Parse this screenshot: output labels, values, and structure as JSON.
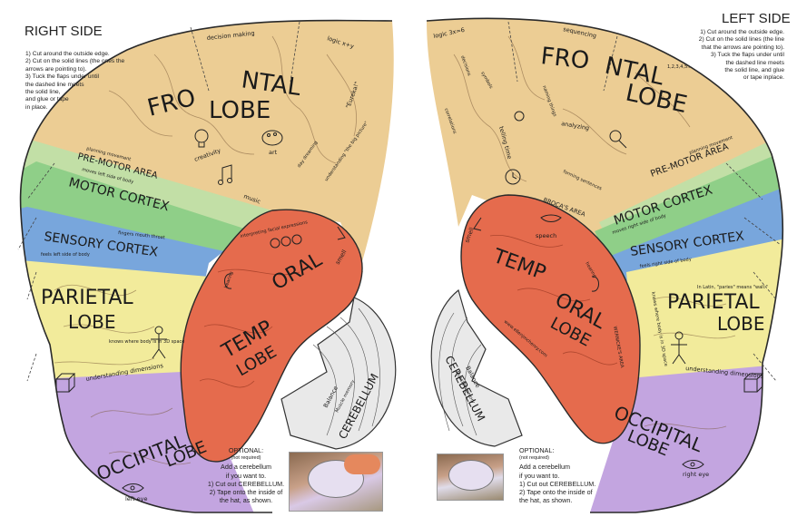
{
  "right_side": {
    "title": "RIGHT SIDE",
    "instructions": [
      "1) Cut around the outside edge.",
      "2) Cut on the solid lines (the ones the",
      "arrows are pointing to).",
      "3) Tuck the flaps under until",
      "the dashed line meets",
      "the solid line,",
      "and glue or tape",
      "in place."
    ],
    "lobes": {
      "frontal_1": "FRO",
      "frontal_2": "NTAL",
      "frontal_3": "LOBE",
      "premotor": "PRE-MOTOR AREA",
      "motor": "MOTOR CORTEX",
      "sensory": "SENSORY CORTEX",
      "parietal_1": "PARIETAL",
      "parietal_2": "LOBE",
      "temporal_1": "TEMP",
      "temporal_2": "ORAL",
      "temporal_3": "LOBE",
      "occipital_1": "OCCIPITAL",
      "occipital_2": "LOBE",
      "cerebellum": "CEREBELLUM"
    },
    "labels": {
      "decision": "decision making",
      "logic": "logic x+y",
      "creativity": "creativity",
      "art": "art",
      "music": "music",
      "eureka": "\"Eureka!\"",
      "daydream": "day dreaming",
      "understanding": "understanding \"the big picture\"",
      "planning": "planning movement",
      "moves_left": "moves left side of body",
      "feel_left": "feels left side of body",
      "fingers": "fingers mouth throat",
      "interpreting": "interpreting facial expressions",
      "smell": "smell",
      "hearing": "hearing",
      "knows_where": "knows where body is in 3D space",
      "understanding_dims": "understanding dimensions",
      "left_eye": "left eye",
      "balance": "Balance",
      "muscle_memory": "Muscle memory"
    },
    "optional": [
      "OPTIONAL:",
      "(not required)",
      "Add a cerebellum",
      "if you want to.",
      "1) Cut out CEREBELLUM.",
      "2) Tape onto the inside of",
      "the hat, as shown."
    ]
  },
  "left_side": {
    "title": "LEFT SIDE",
    "instructions": [
      "1) Cut around the outside edge.",
      "2) Cut on the solid lines (the line",
      "that the arrows are pointing to).",
      "3) Tuck the flaps under until",
      "the dashed line meets",
      "the solid line, and glue",
      "or tape inplace."
    ],
    "lobes": {
      "frontal_1": "FRO",
      "frontal_2": "NTAL",
      "frontal_3": "LOBE",
      "premotor": "PRE-MOTOR AREA",
      "motor": "MOTOR CORTEX",
      "sensory": "SENSORY CORTEX",
      "parietal_1": "PARIETAL",
      "parietal_2": "LOBE",
      "temporal_1": "TEMP",
      "temporal_2": "ORAL",
      "temporal_3": "LOBE",
      "occipital_1": "OCCIPITAL",
      "occipital_2": "LOBE",
      "cerebellum": "CEREBELLUM"
    },
    "labels": {
      "logic": "logic 3x=6",
      "sequencing": "sequencing",
      "decisions": "decisions",
      "symbols": "symbols",
      "numbers": "1,2,3,4,5...",
      "analyzing": "analyzing",
      "naming": "naming things",
      "correlations": "correlations",
      "telling_time": "telling time",
      "forming": "forming sentences",
      "brocas": "BROCA'S AREA",
      "planning": "planning movement",
      "moves_right": "moves right side of body",
      "feels_right": "feels right side of body",
      "speech": "speech",
      "smell": "smell",
      "hearing": "hearing",
      "wernickes": "WERNICKE'S AREA",
      "latin": "In Latin, \"paries\" means \"wall.\"",
      "knows_where": "knows where body is in 3D space",
      "understanding_dims": "understanding dimensions",
      "right_eye": "right eye",
      "balance": "Balance",
      "muscle_memory": "Muscle memory",
      "url": "www.ellenjmchenry.com"
    },
    "optional": [
      "OPTIONAL:",
      "(not required)",
      "Add a cerebellum",
      "if you want to.",
      "1) Cut out CEREBELLUM.",
      "2) Tape onto the inside of",
      "the hat, as shown."
    ]
  },
  "colors": {
    "frontal": "#eccd94",
    "premotor": "#c2dfa6",
    "motor": "#8fcf88",
    "sensory": "#78a6dc",
    "parietal": "#f2eb9b",
    "temporal": "#e56b4d",
    "occipital": "#c3a5e0",
    "cerebellum": "#e9e9e9",
    "outline": "#2a2a2a"
  }
}
